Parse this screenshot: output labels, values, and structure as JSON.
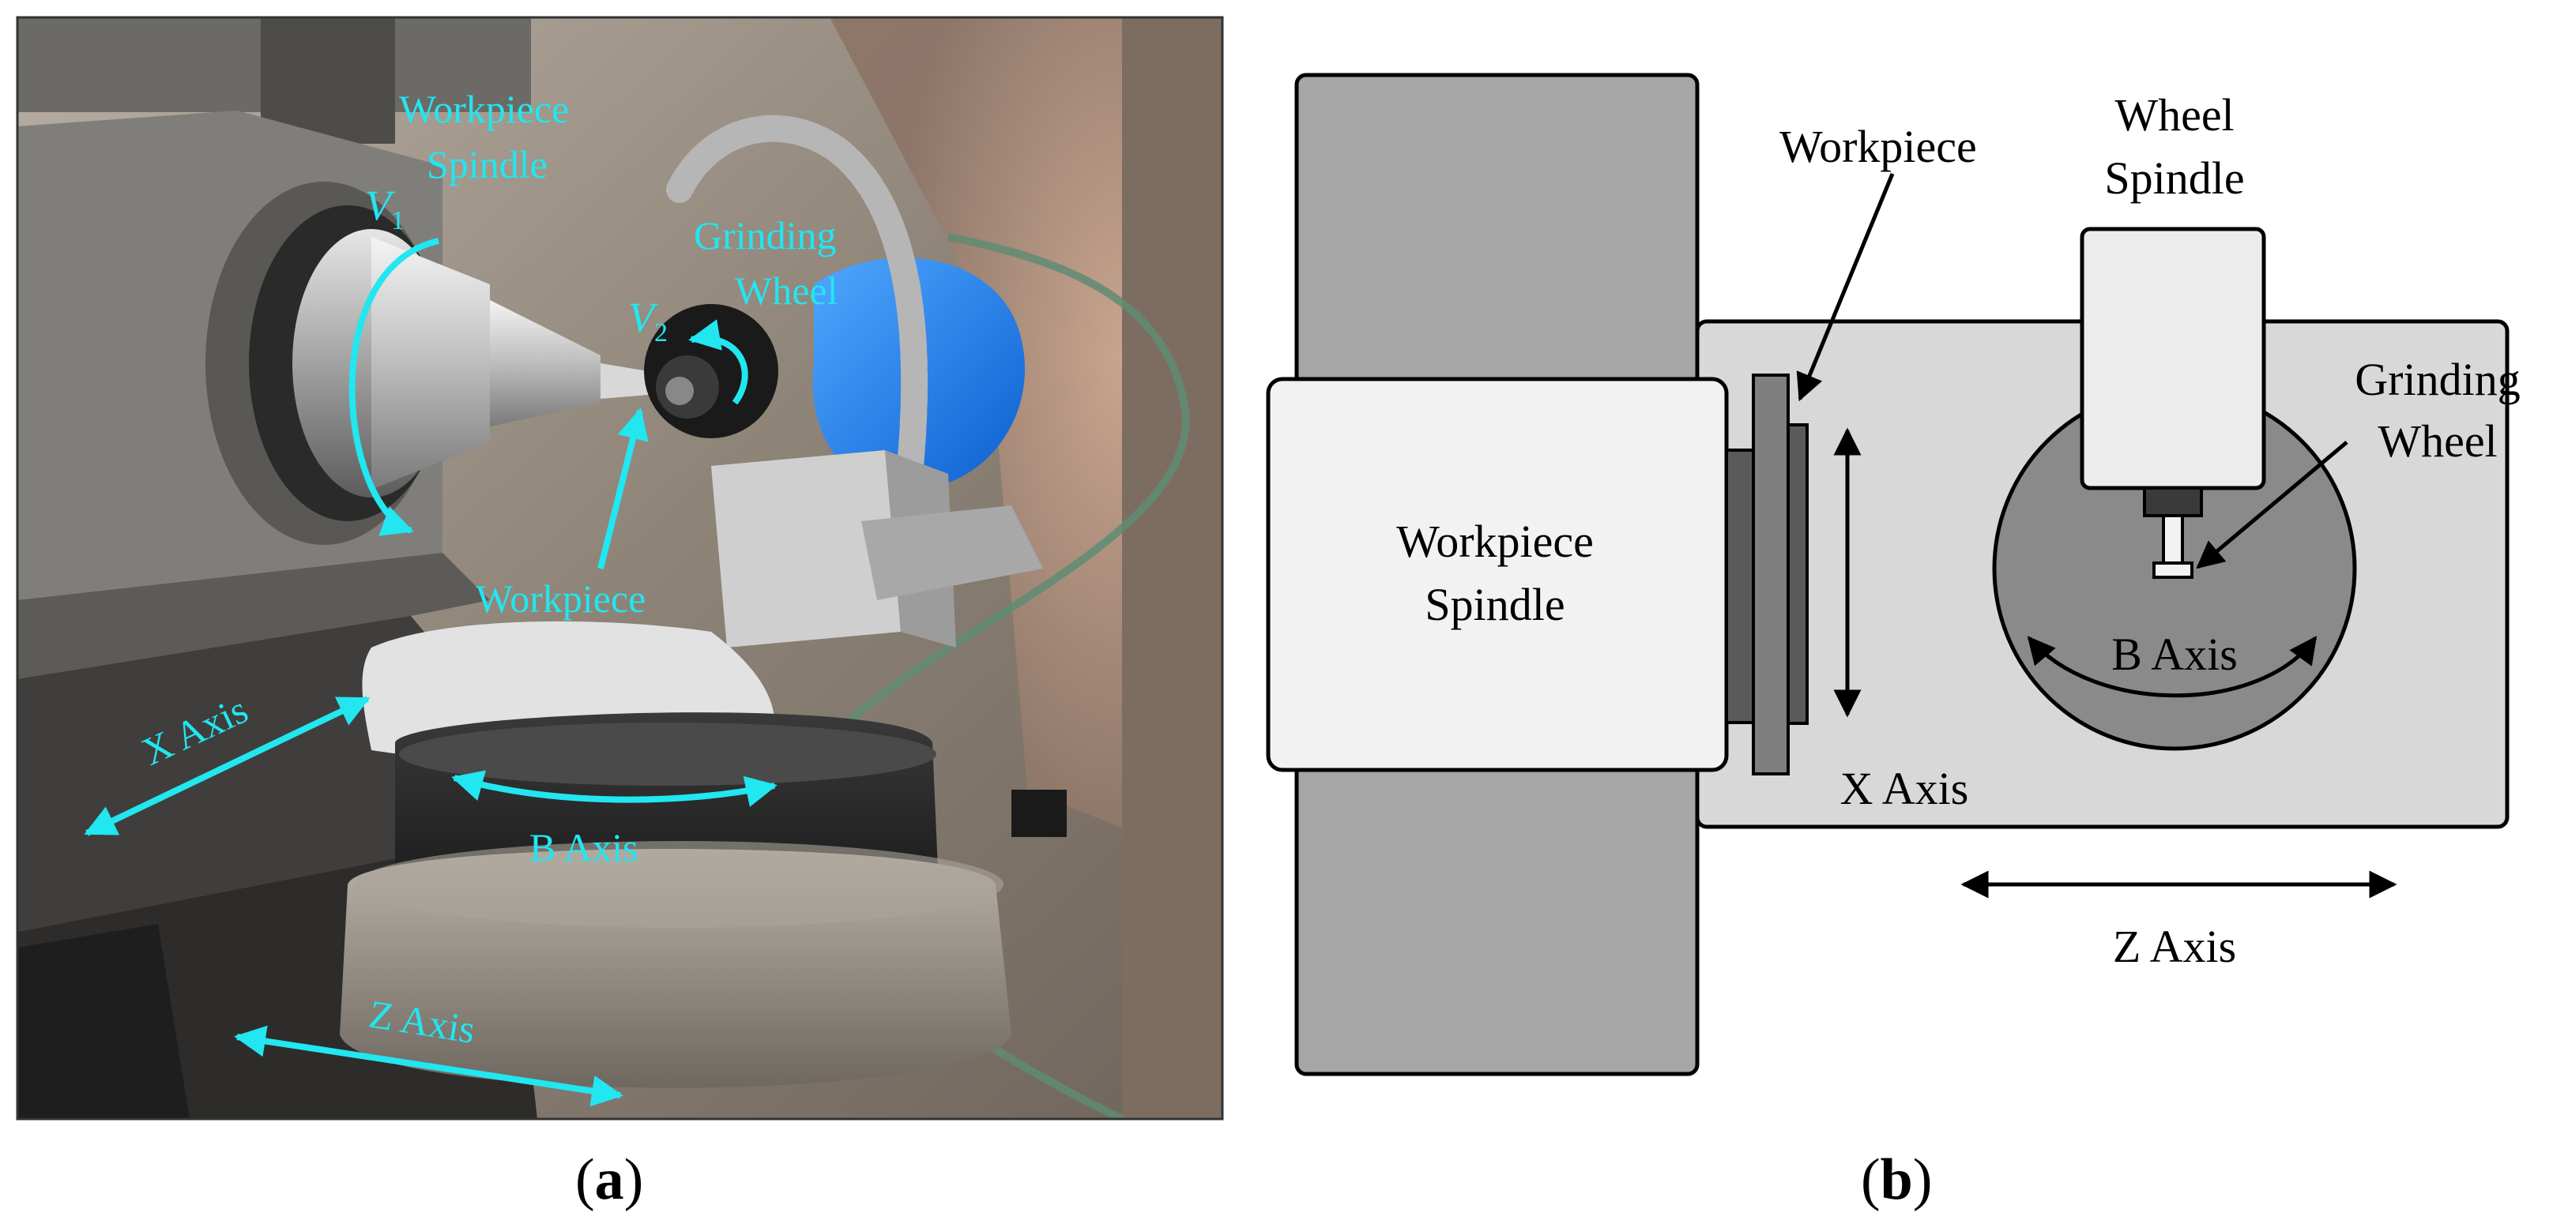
{
  "panel_a": {
    "caption": {
      "open": "(",
      "letter": "a",
      "close": ")"
    },
    "labels": {
      "workpiece_spindle_line1": "Workpiece",
      "workpiece_spindle_line2": "Spindle",
      "v1_symbol": "V",
      "v1_subscript": "1",
      "grinding_wheel_line1": "Grinding",
      "grinding_wheel_line2": "Wheel",
      "v2_symbol": "V",
      "v2_subscript": "2",
      "workpiece": "Workpiece",
      "x_axis": "X Axis",
      "b_axis": "B Axis",
      "z_axis": "Z Axis"
    },
    "annotation_color": "#22e6f0"
  },
  "panel_b": {
    "caption": {
      "open": "(",
      "letter": "b",
      "close": ")"
    },
    "labels": {
      "workpiece": "Workpiece",
      "wheel_spindle_line1": "Wheel",
      "wheel_spindle_line2": "Spindle",
      "grinding_wheel_line1": "Grinding",
      "grinding_wheel_line2": "Wheel",
      "workpiece_spindle_line1": "Workpiece",
      "workpiece_spindle_line2": "Spindle",
      "b_axis": "B Axis",
      "x_axis": "X Axis",
      "z_axis": "Z Axis"
    }
  }
}
